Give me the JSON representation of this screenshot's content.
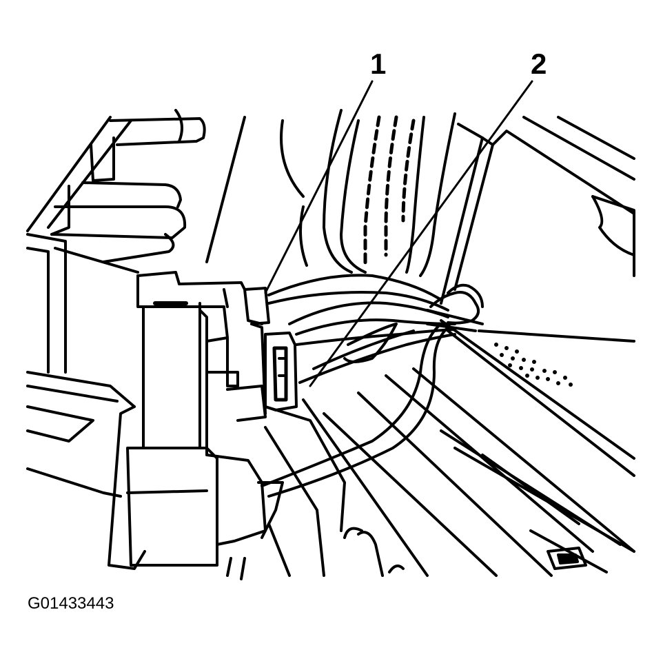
{
  "callouts": {
    "one": "1",
    "two": "2"
  },
  "figure_id": "G01433443",
  "colors": {
    "ink": "#000000",
    "paper": "#ffffff"
  }
}
